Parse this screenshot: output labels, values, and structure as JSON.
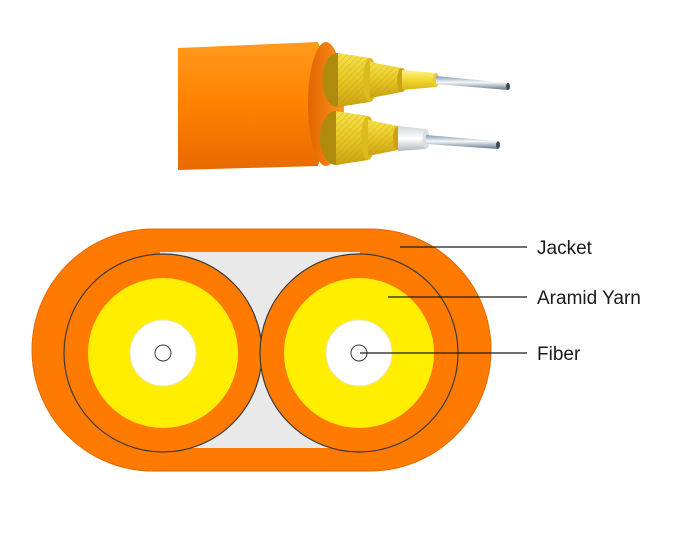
{
  "diagram": {
    "labels": {
      "jacket": "Jacket",
      "aramid_yarn": "Aramid Yarn",
      "fiber": "Fiber"
    },
    "colors": {
      "jacket_orange": "#ff7a00",
      "jacket_dark": "#e86800",
      "aramid_yellow": "#ffee00",
      "filler_gray": "#e9e9ea",
      "outline": "#3a3a3a",
      "fiber_core": "#ffffff",
      "background": "#ffffff"
    },
    "icons": [
      "duplex-fiber-cable-photo-icon",
      "cable-cross-section-icon"
    ]
  }
}
